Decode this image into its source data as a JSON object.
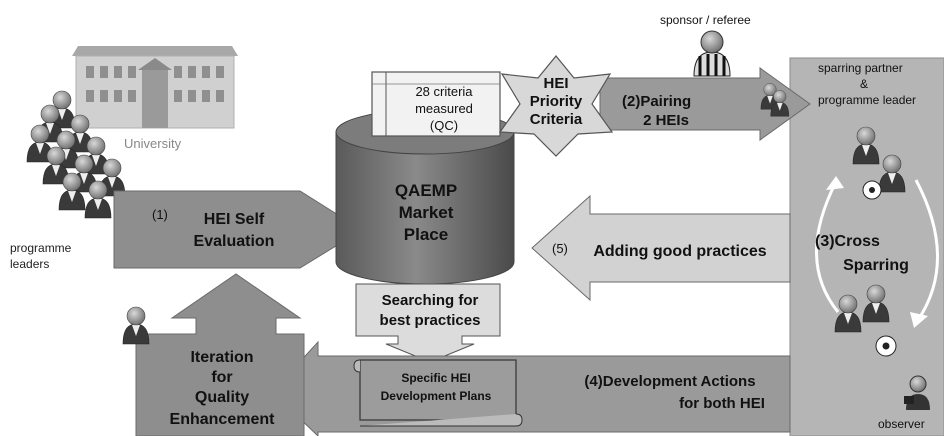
{
  "labels": {
    "university": "University",
    "programme_leaders_1": "programme",
    "programme_leaders_2": "leaders",
    "sponsor_referee": "sponsor / referee",
    "sparring_1": "sparring partner",
    "sparring_2": "&",
    "sparring_3": "programme leader",
    "observer": "observer"
  },
  "nodes": {
    "self_eval_num": "(1)",
    "self_eval_1": "HEI Self",
    "self_eval_2": "Evaluation",
    "criteria_1": "28 criteria",
    "criteria_2": "measured",
    "criteria_3": "(QC)",
    "priority_1": "HEI",
    "priority_2": "Priority",
    "priority_3": "Criteria",
    "pairing_1": "(2)Pairing",
    "pairing_2": "2 HEIs",
    "qaemp_1": "QAEMP",
    "qaemp_2": "Market",
    "qaemp_3": "Place",
    "adding_num": "(5)",
    "adding": "Adding good practices",
    "cross_1": "(3)Cross",
    "cross_2": "Sparring",
    "searching_1": "Searching for",
    "searching_2": "best practices",
    "plans_1": "Specific HEI",
    "plans_2": "Development Plans",
    "dev_1": "(4)Development Actions",
    "dev_2": "for both HEI",
    "iter_1": "Iteration",
    "iter_2": "for",
    "iter_3": "Quality",
    "iter_4": "Enhancement"
  }
}
